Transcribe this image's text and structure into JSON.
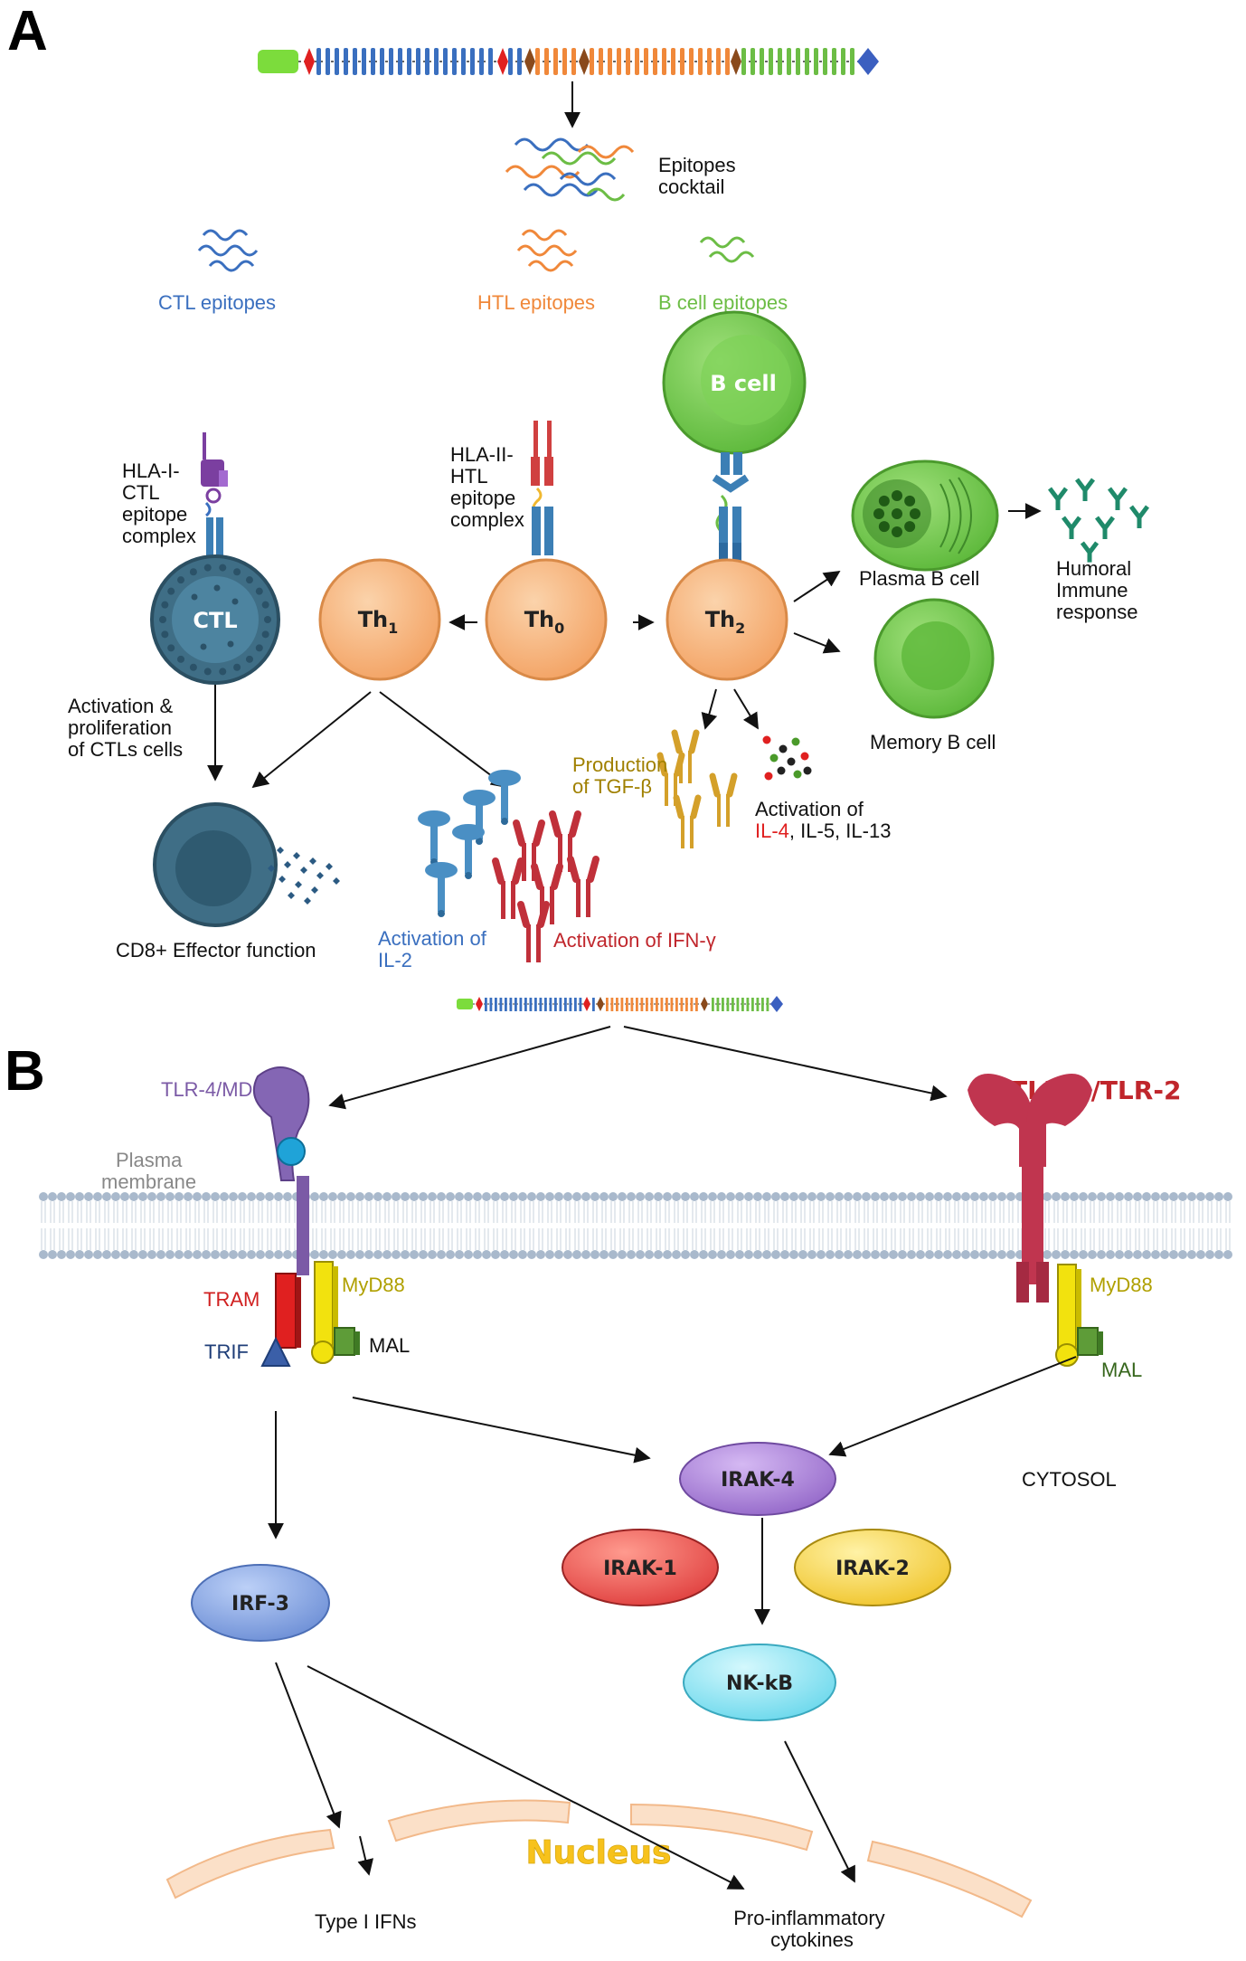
{
  "panels": {
    "a": "A",
    "b": "B"
  },
  "panel_a": {
    "epitopes_cocktail": [
      "Epitopes",
      "cocktail"
    ],
    "ctl_epitopes": "CTL epitopes",
    "htl_epitopes": "HTL epitopes",
    "b_cell_epitopes": "B cell epitopes",
    "b_cell": "B cell",
    "hla1_complex": [
      "HLA-I-",
      "CTL",
      "epitope",
      "complex"
    ],
    "hla2_complex": [
      "HLA-II-",
      "HTL",
      "epitope",
      "complex"
    ],
    "ctl": "CTL",
    "th1": {
      "main": "Th",
      "sub": "1"
    },
    "th0": {
      "main": "Th",
      "sub": "0"
    },
    "th2": {
      "main": "Th",
      "sub": "2"
    },
    "plasma_b_cell": "Plasma B cell",
    "memory_b_cell": "Memory B cell",
    "humoral": [
      "Humoral",
      "Immune",
      "response"
    ],
    "activation_ctl": [
      "Activation &",
      "proliferation",
      "of CTLs cells"
    ],
    "cd8_effector": "CD8+ Effector function",
    "production_tgf": [
      "Production",
      "of TGF-β"
    ],
    "activation_of": "Activation of",
    "il4": "IL-4",
    "il5_il13": ", IL-5, IL-13",
    "activation_il2": [
      "Activation of",
      "IL-2"
    ],
    "activation_ifn": "Activation of IFN-γ"
  },
  "panel_b": {
    "tlr4_md2": "TLR-4/MD2",
    "tlr2": "TLR-2/TLR-2",
    "plasma_membrane": [
      "Plasma",
      "membrane"
    ],
    "tram": "TRAM",
    "myd88_left": "MyD88",
    "trif": "TRIF",
    "mal_left": "MAL",
    "myd88_right": "MyD88",
    "mal_right": "MAL",
    "irak4": "IRAK-4",
    "cytosol": "CYTOSOL",
    "irak1": "IRAK-1",
    "irak2": "IRAK-2",
    "irf3": "IRF-3",
    "nfkb": "NK-kB",
    "nucleus": "Nucleus",
    "type1_ifns": "Type I IFNs",
    "pro_inflammatory": [
      "Pro-inflammatory",
      "cytokines"
    ]
  },
  "colors": {
    "ctl_blue": "#3a6fbf",
    "htl_orange": "#f0883a",
    "bcell_green": "#6cbd45",
    "th_orange": "#f6b47c",
    "ctl_cell": "#3f6e86",
    "tlr4_purple": "#7b5aa6",
    "tlr2_red": "#c0354f",
    "irak4": "#a77fd6",
    "irak1": "#e85a5a",
    "irak2": "#f3d03d",
    "irf3": "#7d9fe0",
    "nfkb": "#7ee2f2",
    "nucleus_text": "#f7c21c"
  }
}
